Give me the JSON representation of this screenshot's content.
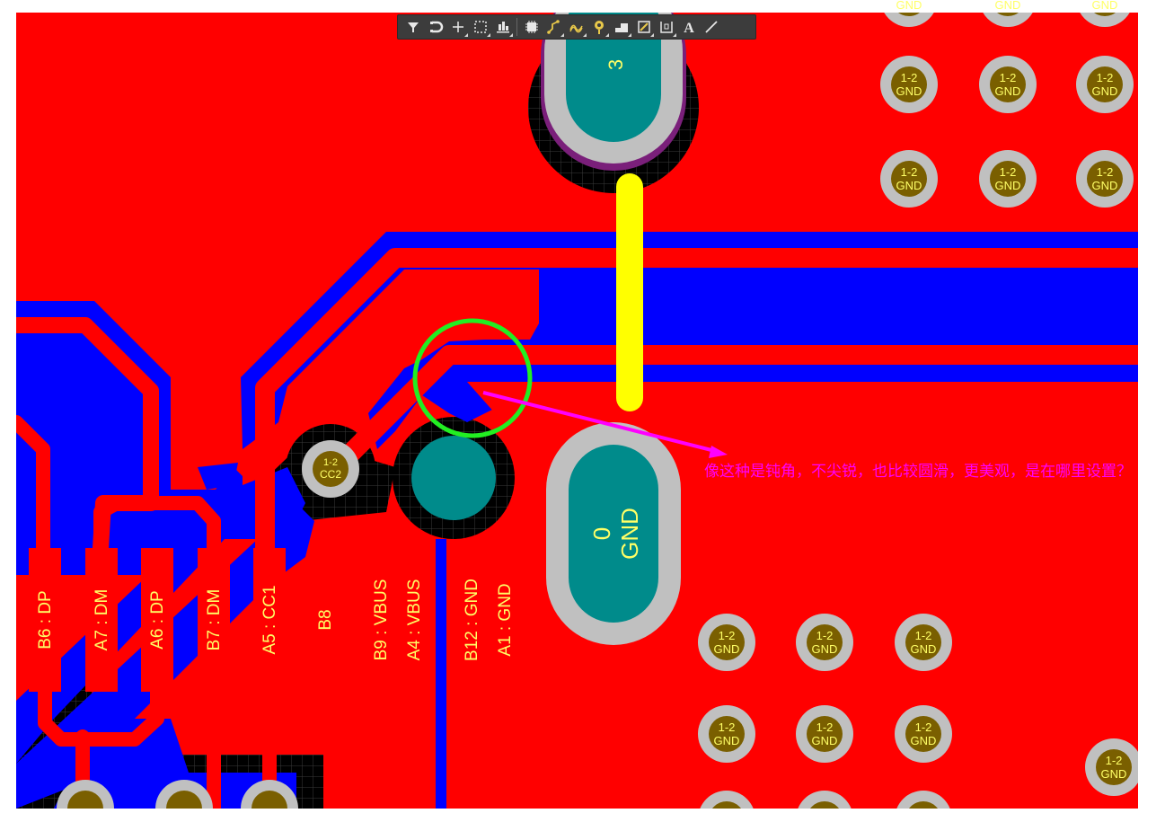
{
  "toolbar": {
    "tools": [
      {
        "name": "filter",
        "icon": "filter-icon"
      },
      {
        "name": "snap",
        "icon": "magnet-icon"
      },
      {
        "name": "place-cross",
        "icon": "crosshair-icon"
      },
      {
        "name": "select-rect",
        "icon": "rectangle-select-icon"
      },
      {
        "name": "align",
        "icon": "align-icon"
      },
      {
        "name": "component",
        "icon": "chip-icon"
      },
      {
        "name": "interactive-route",
        "icon": "route-icon"
      },
      {
        "name": "diff-pair",
        "icon": "diffpair-icon"
      },
      {
        "name": "place-via",
        "icon": "via-icon"
      },
      {
        "name": "polygon",
        "icon": "polygon-icon"
      },
      {
        "name": "fill-region",
        "icon": "fill-icon"
      },
      {
        "name": "design-rule",
        "icon": "rule-icon"
      },
      {
        "name": "text",
        "icon": "text-icon",
        "label": "A"
      },
      {
        "name": "line",
        "icon": "line-icon"
      }
    ]
  },
  "board": {
    "colors": {
      "top_copper": "#ff0000",
      "bottom_copper": "#0000ff",
      "pad": "#008b8b",
      "pad_ring": "#c0c0c0",
      "highlight_trace": "#ffff00",
      "markup": "#ff00ff",
      "markup_circle": "#22ee22",
      "via_fill": "#7a5f00",
      "label": "#ffff66"
    },
    "pin_labels": {
      "b6": "B6 : DP",
      "a7": "A7 : DM",
      "a6": "A6 : DP",
      "b7": "B7 : DM",
      "a5": "A5 : CC1",
      "b8": "B8",
      "b9": "B9 : VBUS",
      "a4": "A4 : VBUS",
      "b12": "B12 : GND",
      "a1": "A1 : GND"
    },
    "pad_top": {
      "number": "3"
    },
    "pad_bottom": {
      "number": "0",
      "net": "GND"
    },
    "via_cc2": {
      "line1": "1-2",
      "line2": "CC2"
    },
    "via_gnd": {
      "line1": "1-2",
      "line2": "GND"
    }
  },
  "annotation": {
    "text": "像这种是钝角，不尖锐，也比较圆滑，更美观，是在哪里设置？"
  }
}
